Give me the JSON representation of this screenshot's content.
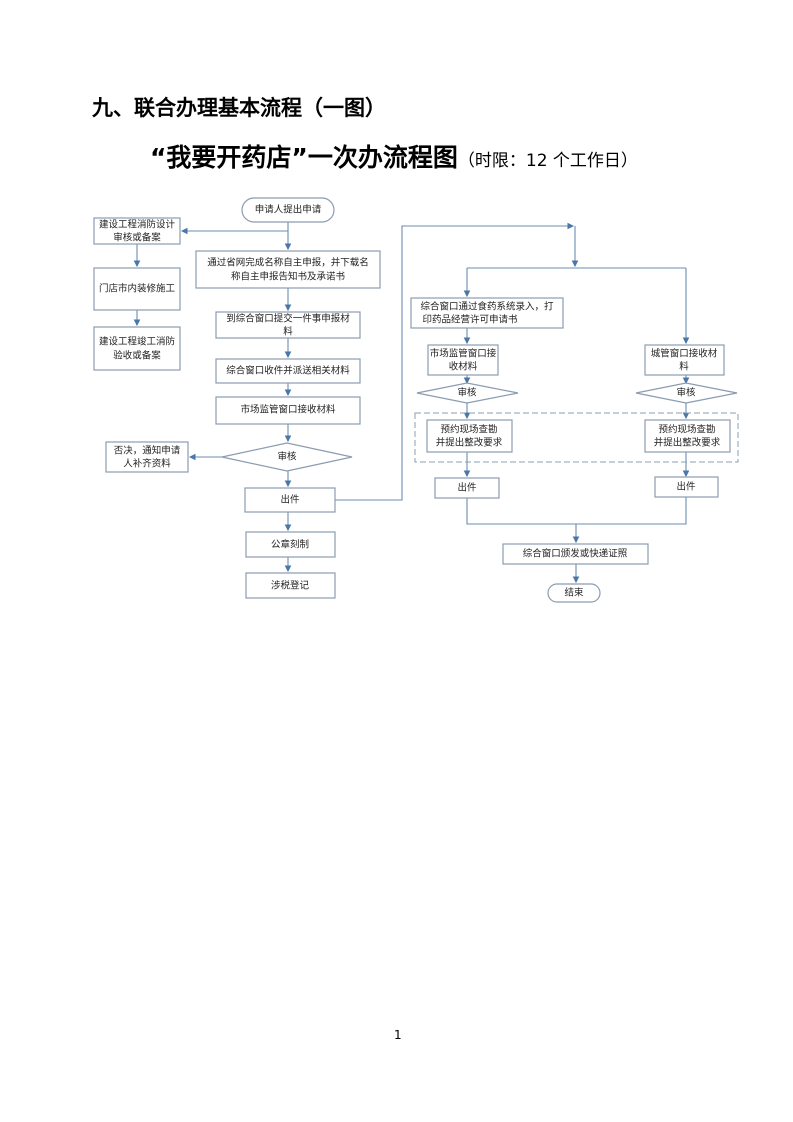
{
  "heading": "九、联合办理基本流程（一图）",
  "subtitle": {
    "main": "“我要开药店”一次办流程图",
    "time_limit": "（时限：12 个工作日）"
  },
  "flow": {
    "start": "申请人提出申请",
    "fire_design": [
      "建设工程消防设计",
      "审核或备案"
    ],
    "renovation": "门店市内装修施工",
    "fire_accept": [
      "建设工程竣工消防",
      "验收或备案"
    ],
    "name_declare": [
      "通过省网完成名称自主申报，并下载名",
      "称自主申报告知书及承诺书"
    ],
    "submit": [
      "到综合窗口提交一件事申报材",
      "料"
    ],
    "dispatch": "综合窗口收件并派送相关材料",
    "market_receive": "市场监管窗口接收材料",
    "review": "审核",
    "reject": [
      "否决，通知申请",
      "人补齐资料"
    ],
    "issue": "出件",
    "seal": "公章刻制",
    "tax": "涉税登记",
    "drug_entry": [
      "综合窗口通过食药系统录入，打",
      "印药品经营许可申请书"
    ],
    "market_receive2": [
      "市场监管窗口接",
      "收材料"
    ],
    "urban_receive": [
      "城管窗口接收材",
      "料"
    ],
    "review_left": "审核",
    "review_right": "审核",
    "inspect_left": [
      "预约现场查勘",
      "并提出整改要求"
    ],
    "inspect_right": [
      "预约现场查勘",
      "并提出整改要求"
    ],
    "issue_left": "出件",
    "issue_right": "出件",
    "deliver": "综合窗口颁发或快递证照",
    "end": "结束"
  },
  "page_number": "1"
}
